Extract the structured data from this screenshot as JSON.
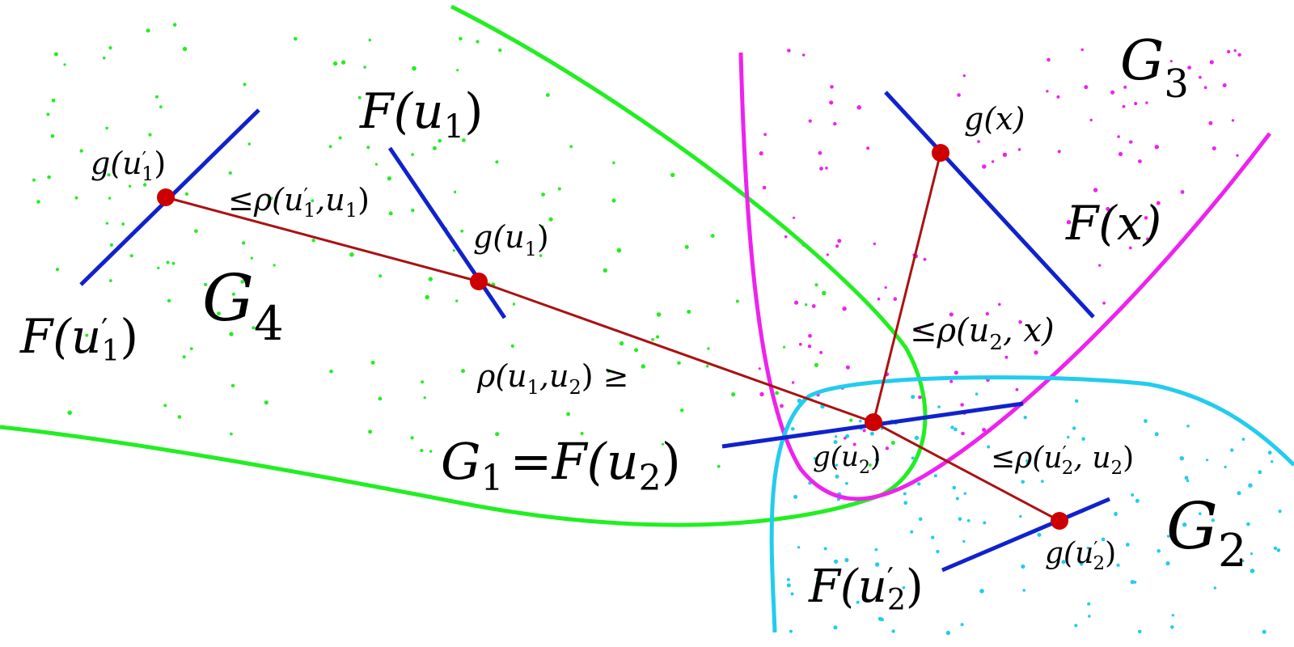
{
  "labels": {
    "G1": "G",
    "G1_sub": "1",
    "G1_eq": "=",
    "G1_F": "F",
    "G1_u": "(u",
    "G1_u_sub": "2",
    "G1_close": ")",
    "G2": "G",
    "G2_sub": "2",
    "G3": "G",
    "G3_sub": "3",
    "G4": "G",
    "G4_sub": "4",
    "Fu1": "F",
    "Fu1_u": "(u",
    "Fu1_sub": "1",
    "Fu1_close": ")",
    "Fu1p": "F",
    "Fu1p_u": "(u",
    "Fu1p_prime": "′",
    "Fu1p_sub": "1",
    "Fu1p_close": ")",
    "Fx": "F",
    "Fx_arg": "(x)",
    "Fu2p": "F",
    "Fu2p_u": "(u",
    "Fu2p_prime": "′",
    "Fu2p_sub": "2",
    "Fu2p_close": ")",
    "gu1p": "g",
    "gu1p_u": "(u",
    "gu1p_prime": "′",
    "gu1p_sub": "1",
    "gu1p_close": ")",
    "gu1": "g",
    "gu1_u": "(u",
    "gu1_sub": "1",
    "gu1_close": ")",
    "gx": "g",
    "gx_arg": "(x)",
    "gu2": "g",
    "gu2_u": "(u",
    "gu2_sub": "2",
    "gu2_close": ")",
    "gu2p": "g",
    "gu2p_u": "(u",
    "gu2p_prime": "′",
    "gu2p_sub": "2",
    "gu2p_close": ")",
    "rho1": "≤ρ(u",
    "rho1_prime": "′",
    "rho1_sub_a": "1",
    "rho1_mid": ",u",
    "rho1_sub_b": "1",
    "rho1_close": ")",
    "rho12": "ρ(u",
    "rho12_sub_a": "1",
    "rho12_mid": ",u",
    "rho12_sub_b": "2",
    "rho12_close": ") ≥",
    "rho2x": "≤ρ(u",
    "rho2x_sub": "2",
    "rho2x_close": ", x)",
    "rho2p": "≤ρ(u",
    "rho2p_prime": "′",
    "rho2p_sub_a": "2",
    "rho2p_mid": ", u",
    "rho2p_sub_b": "2",
    "rho2p_close": ")"
  },
  "colors": {
    "green": "#22ee22",
    "magenta": "#ee22ee",
    "cyan": "#22ccee",
    "blue": "#1022cc",
    "connector": "#aa1111",
    "point": "#cc0000"
  }
}
